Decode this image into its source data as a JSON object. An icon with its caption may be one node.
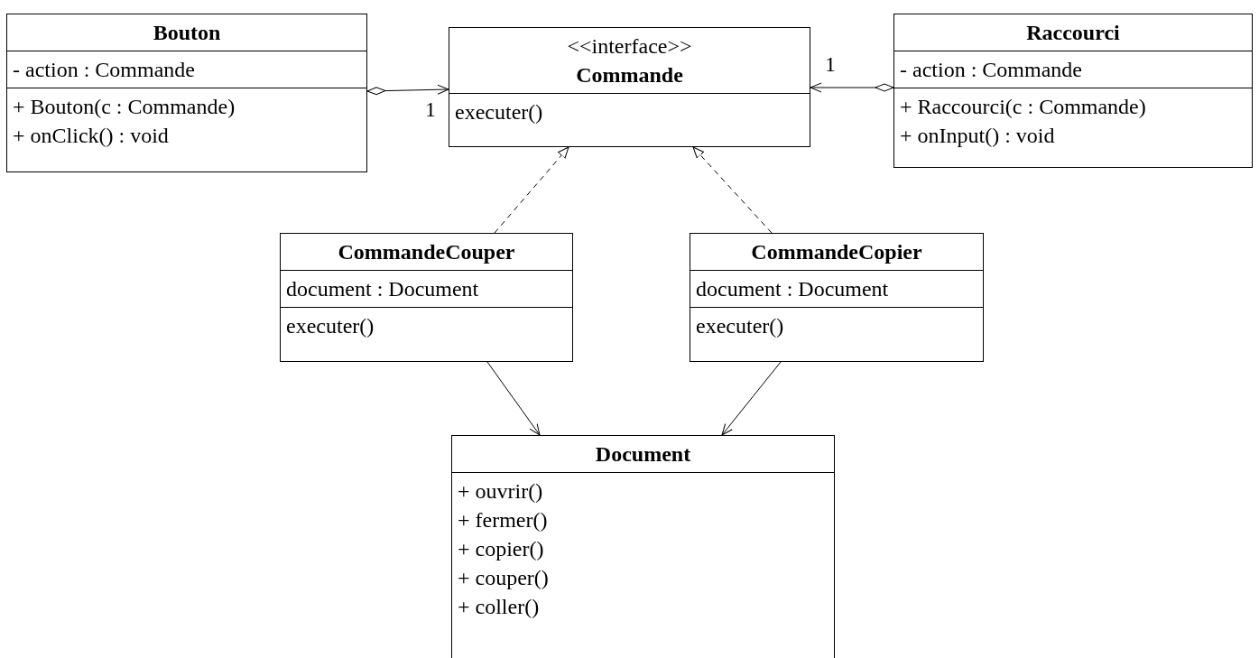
{
  "diagram": {
    "nodes": [
      {
        "text": [
          "Bouton",
          "- action : Commande",
          "+ Bouton(c : Commande)",
          "+ onClick() : void"
        ]
      },
      {
        "text": [
          "<<interface>>",
          "Commande",
          "executer()"
        ]
      },
      {
        "text": [
          "Raccourci",
          "- action : Commande",
          "+ Raccourci(c : Commande)",
          "+ onInput() : void"
        ]
      },
      {
        "text": [
          "CommandeCouper",
          "document : Document",
          "executer()"
        ]
      },
      {
        "text": [
          "CommandeCopier",
          "document : Document",
          "executer()"
        ]
      },
      {
        "text": [
          "Document",
          "+ ouvrir()",
          "+ fermer()",
          "+ copier()",
          "+ couper()",
          "+ coller()"
        ]
      }
    ],
    "edges": [
      {
        "from": 0,
        "to": 1,
        "arrow": "to",
        "label": "1"
      },
      {
        "from": 2,
        "to": 1,
        "arrow": "to",
        "label": "1"
      },
      {
        "from": 3,
        "to": 1,
        "arrow": "to",
        "style": "dashed"
      },
      {
        "from": 4,
        "to": 1,
        "arrow": "to",
        "style": "dashed"
      },
      {
        "from": 3,
        "to": 5,
        "arrow": "to"
      },
      {
        "from": 4,
        "to": 5,
        "arrow": "to"
      }
    ]
  }
}
